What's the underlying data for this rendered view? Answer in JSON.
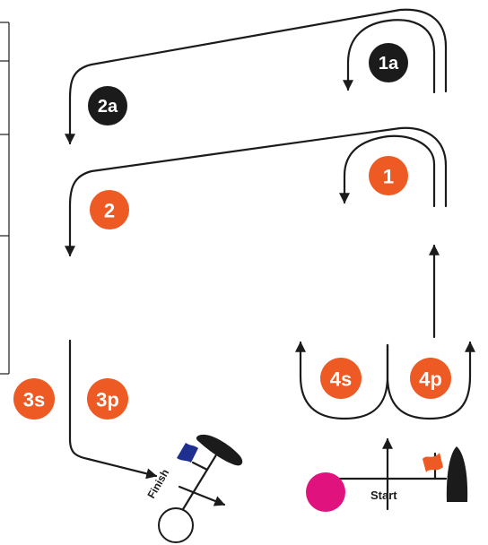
{
  "colors": {
    "mark_orange": "#ee5a24",
    "mark_black": "#1b1b1b",
    "committee_pink": "#e0137e",
    "finish_flag_blue": "#1e2f8f",
    "start_flag_orange": "#ee5a24",
    "line": "#1b1b1b"
  },
  "marks": {
    "m1a": {
      "label": "1a",
      "color": "black"
    },
    "m2a": {
      "label": "2a",
      "color": "black"
    },
    "m1": {
      "label": "1",
      "color": "orange"
    },
    "m2": {
      "label": "2",
      "color": "orange"
    },
    "m3s": {
      "label": "3s",
      "color": "orange"
    },
    "m3p": {
      "label": "3p",
      "color": "orange"
    },
    "m4s": {
      "label": "4s",
      "color": "orange"
    },
    "m4p": {
      "label": "4p",
      "color": "orange"
    }
  },
  "lines": {
    "start_label": "Start",
    "finish_label": "Finish"
  },
  "icons": {
    "start_flag": "orange-flag-icon",
    "finish_flag": "blue-flag-icon",
    "committee_boat_start": "committee-boat-icon",
    "committee_boat_finish": "committee-boat-icon",
    "pin_buoy_start": "pink-buoy-icon",
    "pin_buoy_finish": "white-buoy-icon"
  }
}
